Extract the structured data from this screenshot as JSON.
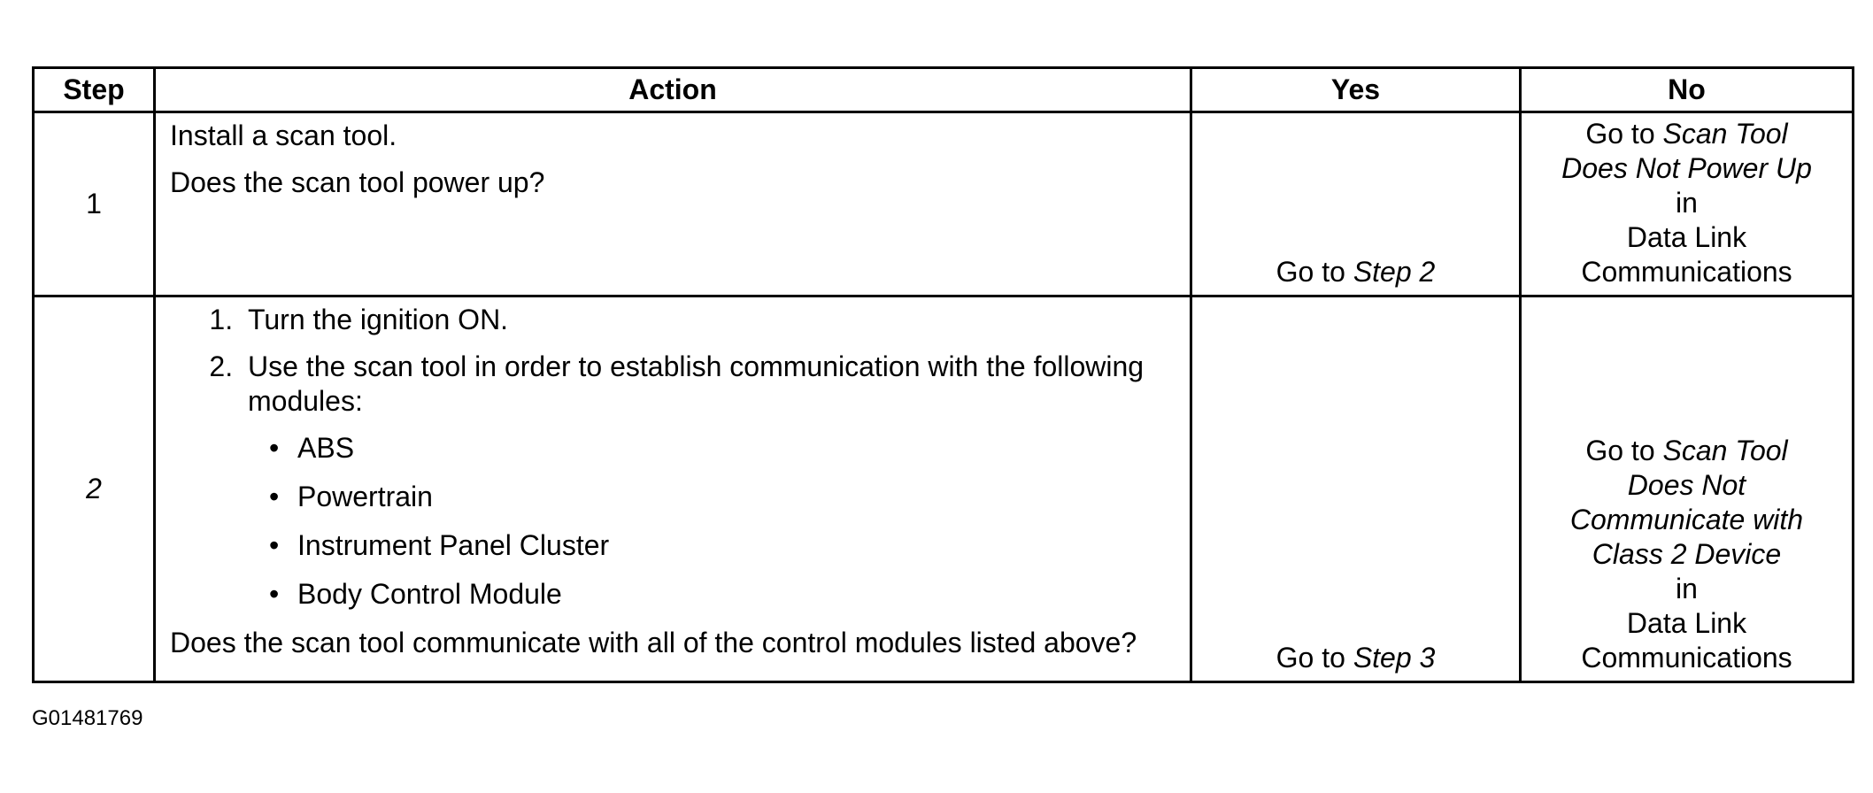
{
  "table": {
    "headers": {
      "step": "Step",
      "action": "Action",
      "yes": "Yes",
      "no": "No"
    },
    "rows": [
      {
        "step": "1",
        "action": {
          "lines": [
            "Install a scan tool.",
            "Does the scan tool power up?"
          ]
        },
        "yes": {
          "prefix": "Go to ",
          "target": "Step 2"
        },
        "no": {
          "prefix": "Go to ",
          "target_lines": [
            "Scan Tool",
            "Does Not Power Up"
          ],
          "in": "in",
          "section_lines": [
            "Data Link",
            "Communications"
          ]
        }
      },
      {
        "step": "2",
        "action": {
          "steps": [
            "Turn the ignition ON.",
            "Use the scan tool in order to establish communication with the following modules:"
          ],
          "modules": [
            "ABS",
            "Powertrain",
            "Instrument Panel Cluster",
            "Body Control Module"
          ],
          "question": "Does the scan tool communicate with all of the control modules listed above?"
        },
        "yes": {
          "prefix": "Go to ",
          "target": "Step 3"
        },
        "no": {
          "prefix": "Go to ",
          "target_lines": [
            "Scan Tool",
            "Does Not",
            "Communicate with",
            "Class 2 Device"
          ],
          "in": "in",
          "section_lines": [
            "Data Link",
            "Communications"
          ]
        }
      }
    ]
  },
  "figure_id": "G01481769"
}
